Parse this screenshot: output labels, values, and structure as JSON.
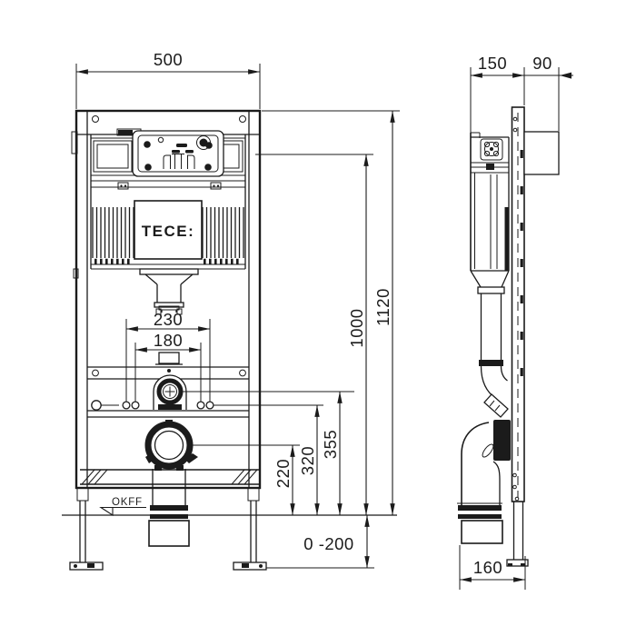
{
  "drawing": {
    "type": "technical installation drawing, front and side view",
    "ink_color": "#1b1b1b",
    "background_color": "#ffffff",
    "brand": "TECE:",
    "front_view": {
      "frame_width": "500",
      "total_height": "1120",
      "actuation_height": "1000",
      "bolt_spacing_outer": "230",
      "bolt_spacing_inner": "180",
      "flush_bend_height": "355",
      "connection_row_height": "320",
      "drain_center_height": "220",
      "leg_adjustment_range": "0 -200",
      "floor_level_label": "OKFF"
    },
    "side_view": {
      "frame_depth": "150",
      "front_protrusion": "90",
      "drain_outlet_offset": "160"
    }
  }
}
